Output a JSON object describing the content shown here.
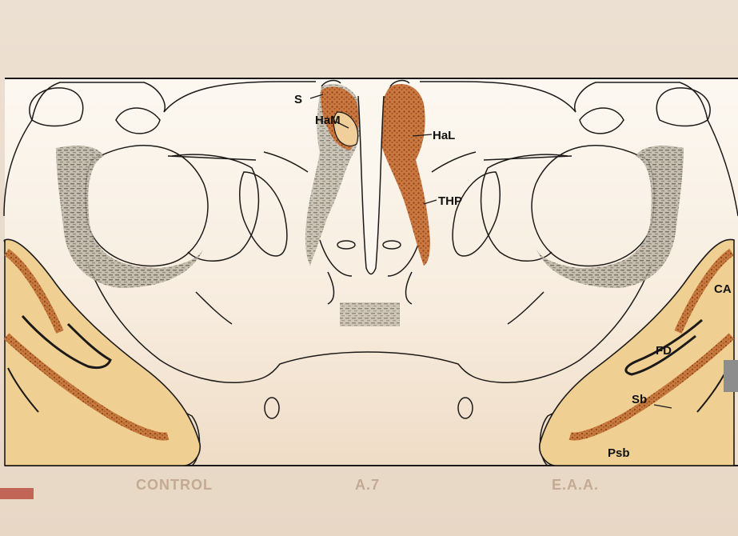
{
  "labels": {
    "s": "S",
    "ham": "HaM",
    "hal": "HaL",
    "thp": "THP",
    "ca": "CA",
    "fd": "FD",
    "sb": "Sb",
    "psb": "Psb"
  },
  "footer": {
    "control": "CONTROL",
    "a7": "A.7",
    "eaa": "E.A.A."
  },
  "colors": {
    "background": "#ede2d6",
    "plate": "#fbf6ee",
    "hippocampus_fill": "#f0cf93",
    "stain_brown": "#a8582b",
    "stain_gray": "#6f6a60",
    "outline": "#1c1a18"
  }
}
